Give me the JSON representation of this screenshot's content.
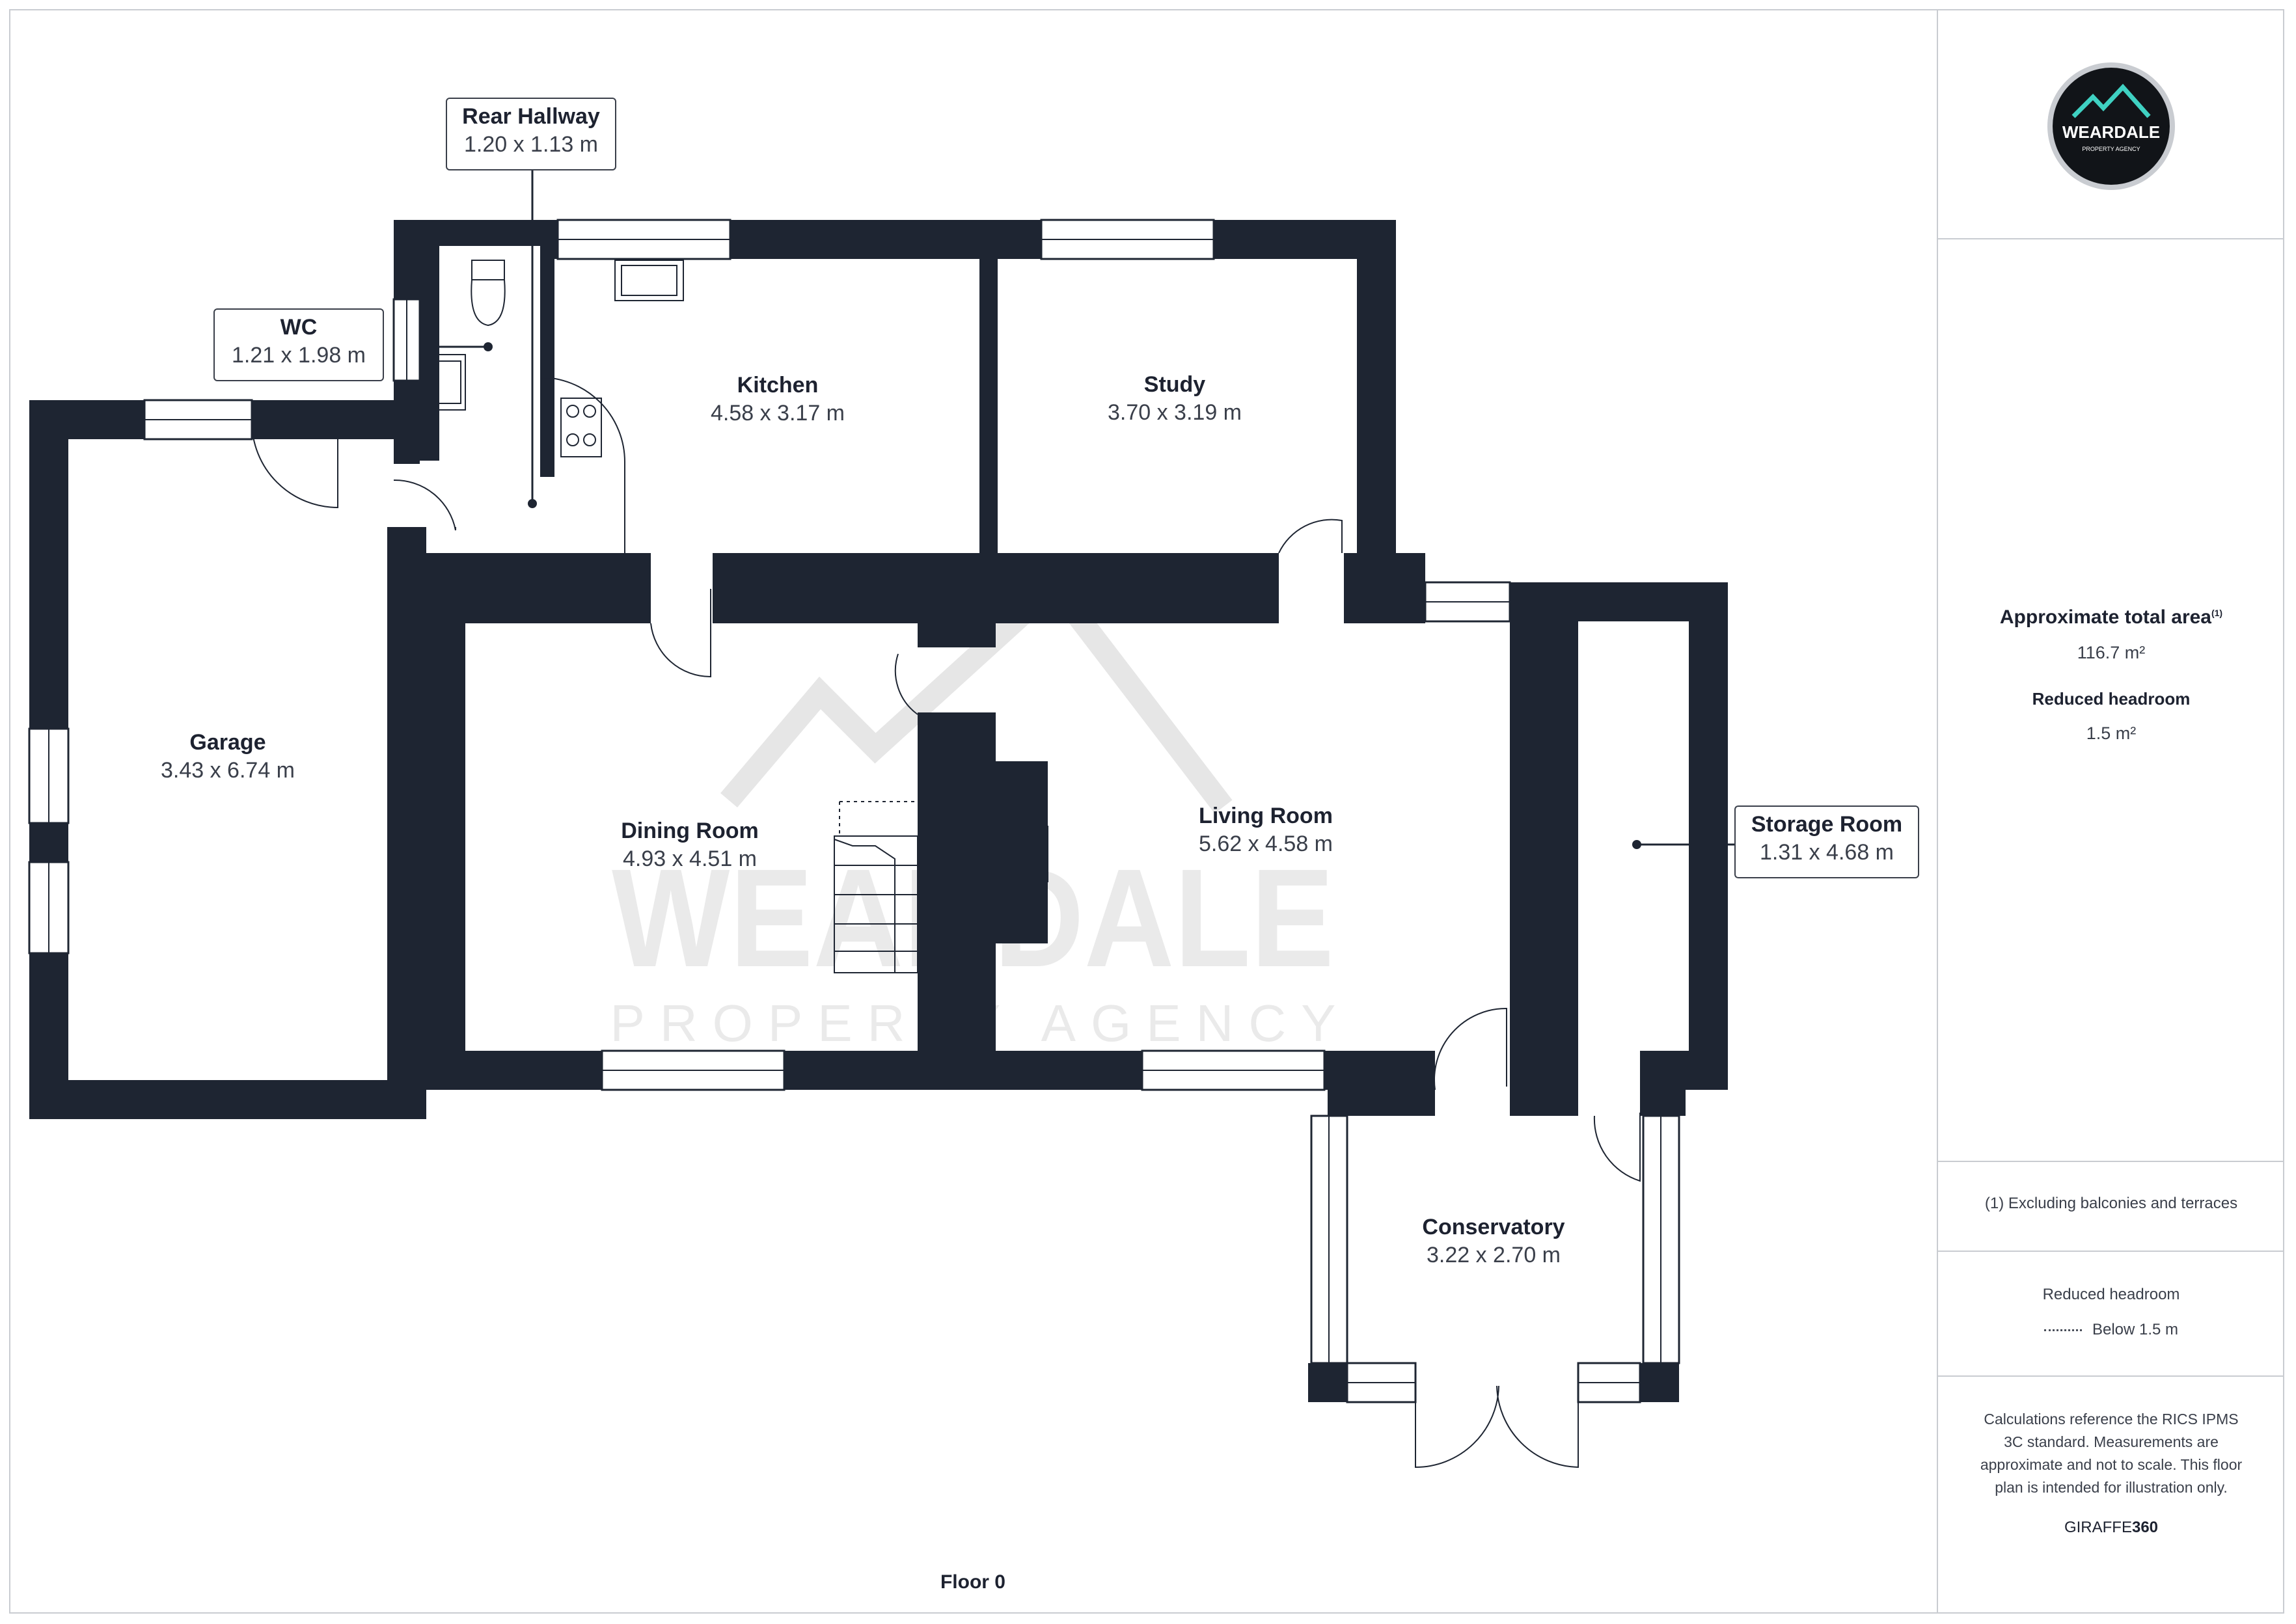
{
  "floor_label": "Floor 0",
  "rooms": {
    "rear_hallway": {
      "name": "Rear Hallway",
      "dims": "1.20 x 1.13 m"
    },
    "wc": {
      "name": "WC",
      "dims": "1.21 x 1.98 m"
    },
    "kitchen": {
      "name": "Kitchen",
      "dims": "4.58 x 3.17 m"
    },
    "study": {
      "name": "Study",
      "dims": "3.70 x 3.19 m"
    },
    "garage": {
      "name": "Garage",
      "dims": "3.43 x 6.74 m"
    },
    "dining_room": {
      "name": "Dining Room",
      "dims": "4.93 x 4.51 m"
    },
    "living_room": {
      "name": "Living Room",
      "dims": "5.62 x 4.58 m"
    },
    "storage_room": {
      "name": "Storage Room",
      "dims": "1.31 x 4.68 m"
    },
    "conservatory": {
      "name": "Conservatory",
      "dims": "3.22 x 2.70 m"
    }
  },
  "watermark": {
    "line1": "WEARDALE",
    "line2": "PROPERTY AGENCY"
  },
  "logo": {
    "name": "WEARDALE",
    "tagline": "PROPERTY AGENCY"
  },
  "sidebar": {
    "area_title": "Approximate total area",
    "area_footnote": "(1)",
    "area_value": "116.7 m²",
    "reduced_title": "Reduced headroom",
    "reduced_value": "1.5 m²",
    "footnote": "(1) Excluding balconies and terraces",
    "legend_title": "Reduced headroom",
    "legend_item": "Below 1.5 m",
    "disclaimer": "Calculations reference the RICS IPMS 3C standard. Measurements are approximate and not to scale. This floor plan is intended for illustration only.",
    "brand_a": "GIRAFFE",
    "brand_b": "360"
  },
  "colors": {
    "wall": "#1e2532",
    "text": "#1d2230",
    "accent": "#3fd1c2",
    "watermark": "#e6e6e6"
  }
}
